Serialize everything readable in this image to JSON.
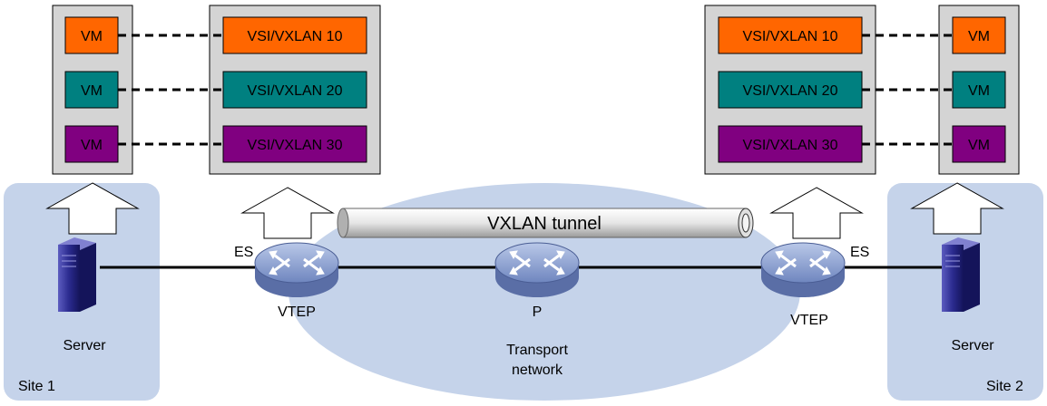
{
  "colors": {
    "vm10": "#ff6600",
    "vm20": "#008080",
    "vm30": "#800080",
    "site_bg": "#c5d3ea",
    "transport_bg": "#c5d3ea",
    "panel_bg": "#d4d4d4",
    "server": "#2a2a8a",
    "router": "#8aa0cf"
  },
  "left": {
    "vms": [
      "VM",
      "VM",
      "VM"
    ],
    "vsis": [
      "VSI/VXLAN 10",
      "VSI/VXLAN 20",
      "VSI/VXLAN 30"
    ]
  },
  "right": {
    "vms": [
      "VM",
      "VM",
      "VM"
    ],
    "vsis": [
      "VSI/VXLAN 10",
      "VSI/VXLAN 20",
      "VSI/VXLAN 30"
    ]
  },
  "labels": {
    "tunnel": "VXLAN tunnel",
    "es_left": "ES",
    "es_right": "ES",
    "vtep_left": "VTEP",
    "vtep_right": "VTEP",
    "p": "P",
    "transport_line1": "Transport",
    "transport_line2": "network",
    "server_left": "Server",
    "server_right": "Server",
    "site1": "Site 1",
    "site2": "Site 2"
  },
  "icons": {
    "router": "router-icon",
    "server": "server-icon",
    "arrow": "up-arrow-icon"
  }
}
